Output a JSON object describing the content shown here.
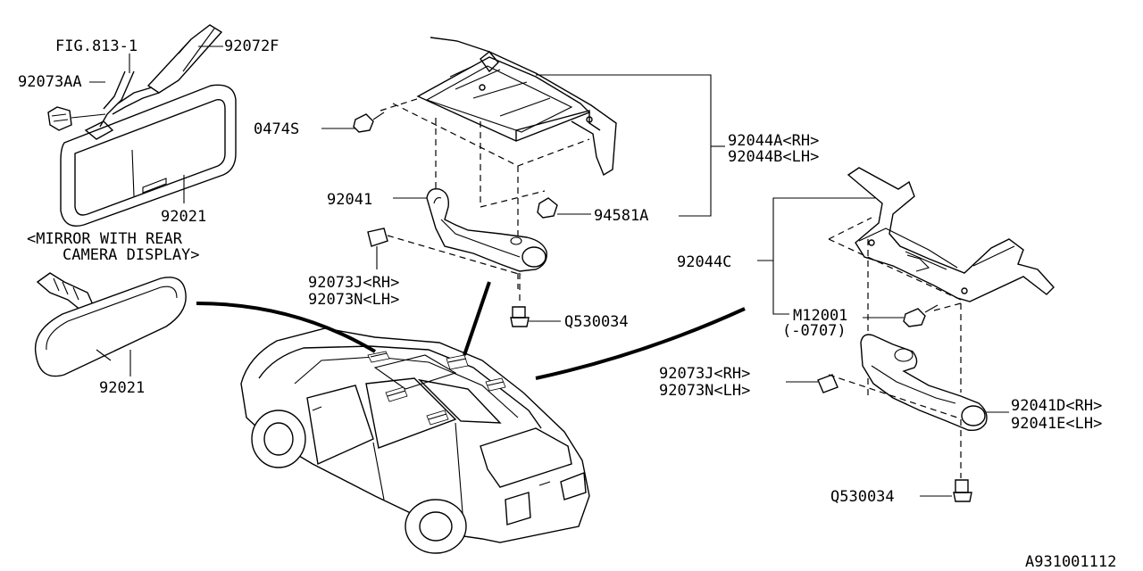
{
  "labels": {
    "fig813": "FIG.813-1",
    "p92072F": "92072F",
    "p92073AA": "92073AA",
    "p92021_top": "92021",
    "mirror_note_1": "<MIRROR WITH REAR",
    "mirror_note_2": "CAMERA DISPLAY>",
    "p92021_bottom": "92021",
    "p0474S": "0474S",
    "p92044A": "92044A<RH>",
    "p92044B": "92044B<LH>",
    "p92041": "92041",
    "p94581A": "94581A",
    "p92073J_mid": "92073J<RH>",
    "p92073N_mid": "92073N<LH>",
    "pQ530034_mid": "Q530034",
    "p92044C": "92044C",
    "pM12001": "M12001",
    "pM12001_note": "(-0707)",
    "p92073J_right": "92073J<RH>",
    "p92073N_right": "92073N<LH>",
    "p92041D": "92041D<RH>",
    "p92041E": "92041E<LH>",
    "pQ530034_right": "Q530034",
    "diagram_id": "A931001112"
  }
}
